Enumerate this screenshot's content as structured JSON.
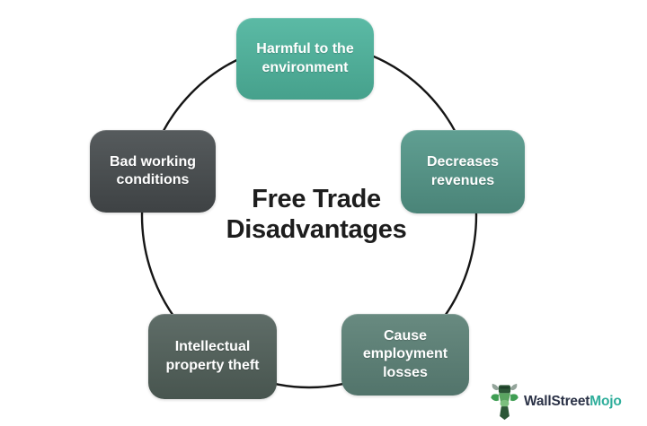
{
  "title": {
    "full": "Free Trade Disadvantages",
    "lines": [
      "Free Trade",
      "Disadvantages"
    ]
  },
  "nodes": [
    {
      "id": "harmful-environment",
      "label": "Harmful to the environment",
      "lines": [
        "Harmful to the",
        "environment"
      ],
      "colors": [
        "#5bbaa5",
        "#46a18c"
      ]
    },
    {
      "id": "decreases-revenues",
      "label": "Decreases revenues",
      "lines": [
        "Decreases",
        "revenues"
      ],
      "colors": [
        "#609f92",
        "#4a8478"
      ]
    },
    {
      "id": "cause-employment-losses",
      "label": "Cause employment losses",
      "lines": [
        "Cause",
        "employment",
        "losses"
      ],
      "colors": [
        "#688a80",
        "#52746b"
      ]
    },
    {
      "id": "bad-working-conditions",
      "label": "Bad working conditions",
      "lines": [
        "Bad working",
        "conditions"
      ],
      "colors": [
        "#565b5d",
        "#3e4244"
      ]
    },
    {
      "id": "intellectual-property-theft",
      "label": "Intellectual property theft",
      "lines": [
        "Intellectual",
        "property theft"
      ],
      "colors": [
        "#5f6d68",
        "#48554f"
      ]
    }
  ],
  "circle": {
    "stroke_color": "#161616"
  },
  "logo": {
    "brand_primary": "WallStreet",
    "brand_secondary": "Mojo",
    "primary_color": "#2b3247",
    "secondary_color": "#2fae9b"
  }
}
